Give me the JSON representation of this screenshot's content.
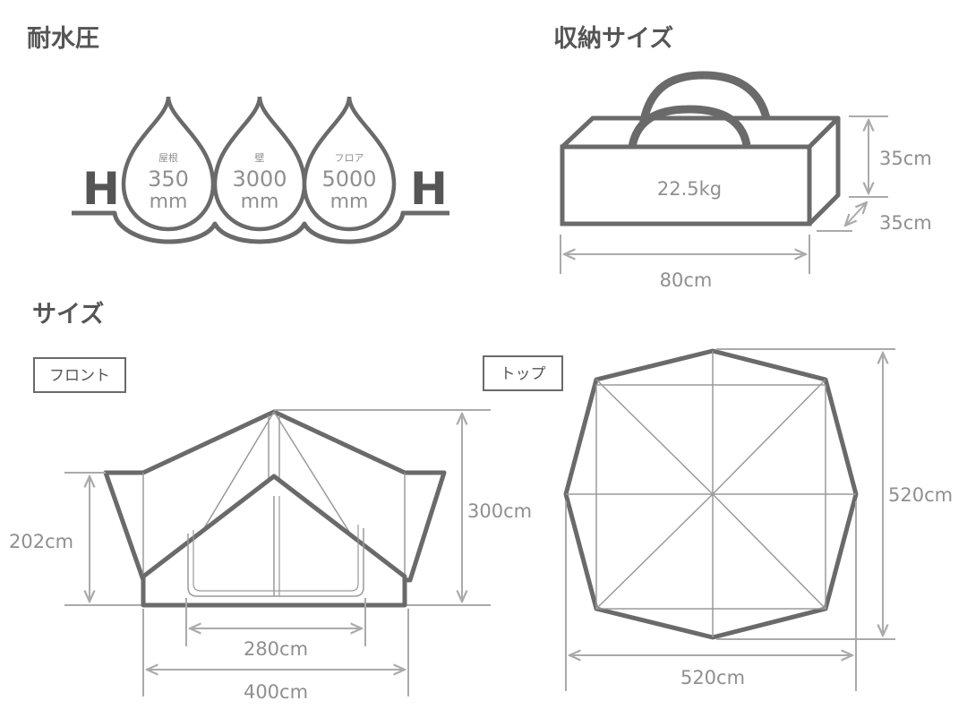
{
  "colors": {
    "stroke_dark": "#6a6a6a",
    "stroke_light": "#9a9a9a",
    "dim_line": "#aaaaaa",
    "text": "#8f8f8f",
    "heading": "#555555"
  },
  "water_pressure": {
    "title": "耐水圧",
    "h_letter": "H",
    "drops": [
      {
        "label": "屋根",
        "value": "350",
        "unit": "mm"
      },
      {
        "label": "壁",
        "value": "3000",
        "unit": "mm"
      },
      {
        "label": "フロア",
        "value": "5000",
        "unit": "mm"
      }
    ]
  },
  "storage": {
    "title": "収納サイズ",
    "weight": "22.5kg",
    "height": "35cm",
    "depth": "35cm",
    "width": "80cm"
  },
  "size": {
    "title": "サイズ",
    "front": {
      "label": "フロント",
      "height_total": "300cm",
      "height_wall": "202cm",
      "width_inner": "280cm",
      "width_outer": "400cm"
    },
    "top": {
      "label": "トップ",
      "height": "520cm",
      "width": "520cm"
    }
  }
}
